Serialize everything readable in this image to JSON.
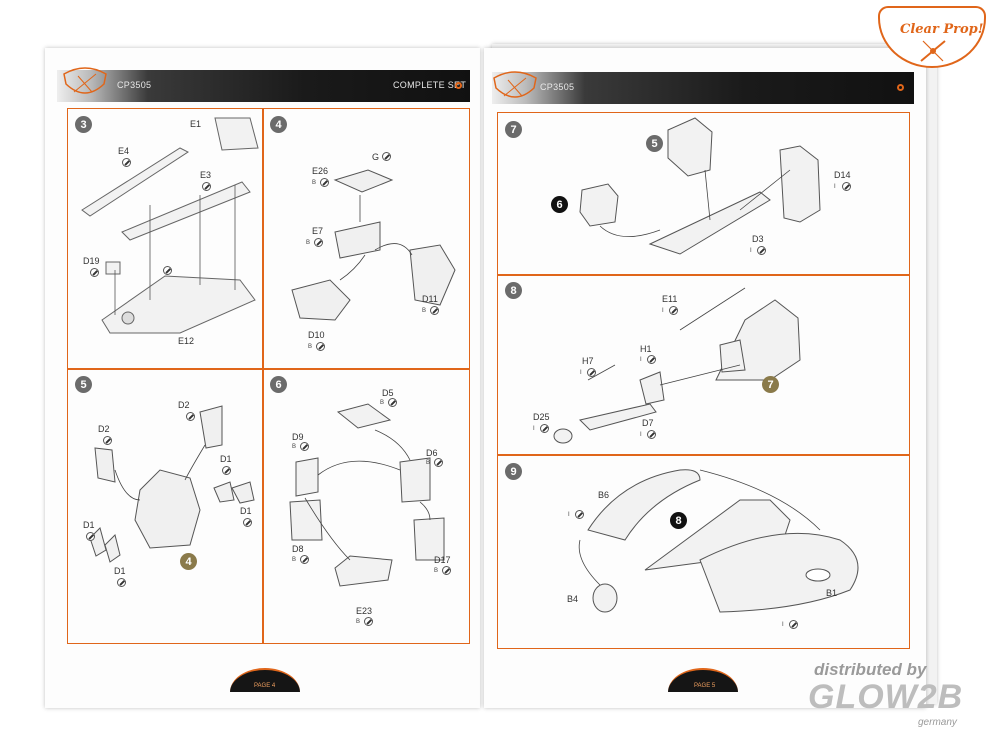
{
  "brand": {
    "name": "Clear Prop!"
  },
  "left_page": {
    "header_code": "CP3505",
    "header_title": "COMPLETE SET",
    "footer": "PAGE 4"
  },
  "right_page": {
    "header_code": "CP3505",
    "footer": "PAGE 5"
  },
  "steps": {
    "s3": {
      "num": "3",
      "labels": {
        "E1": "E1",
        "E4": "E4",
        "E3": "E3",
        "D19": "D19",
        "E12": "E12"
      }
    },
    "s4": {
      "num": "4",
      "labels": {
        "E26": "E26",
        "G": "G",
        "E7": "E7",
        "D11": "D11",
        "D10": "D10"
      }
    },
    "s5": {
      "num": "5",
      "labels": {
        "D2a": "D2",
        "D2b": "D2",
        "D1a": "D1",
        "D1b": "D1",
        "D1c": "D1",
        "D1d": "D1"
      },
      "ref": "4"
    },
    "s6": {
      "num": "6",
      "labels": {
        "D5": "D5",
        "D9": "D9",
        "D6": "D6",
        "D8": "D8",
        "D17": "D17",
        "E23": "E23"
      }
    },
    "s7": {
      "num": "7",
      "labels": {
        "D14": "D14",
        "D3": "D3"
      },
      "ref5": "5",
      "ref6": "6"
    },
    "s8": {
      "num": "8",
      "labels": {
        "E11": "E11",
        "H7": "H7",
        "H1": "H1",
        "D25": "D25",
        "D7": "D7"
      },
      "ref": "7"
    },
    "s9": {
      "num": "9",
      "labels": {
        "B6": "B6",
        "B4": "B4",
        "B1": "B1"
      },
      "ref": "8"
    }
  },
  "markers": {
    "i": "I",
    "b": "B"
  },
  "watermark": {
    "line1": "distributed by",
    "line2": "GLOW2B",
    "line3": "germany"
  },
  "colors": {
    "accent": "#e0661a",
    "header": "#1a1a1a"
  }
}
